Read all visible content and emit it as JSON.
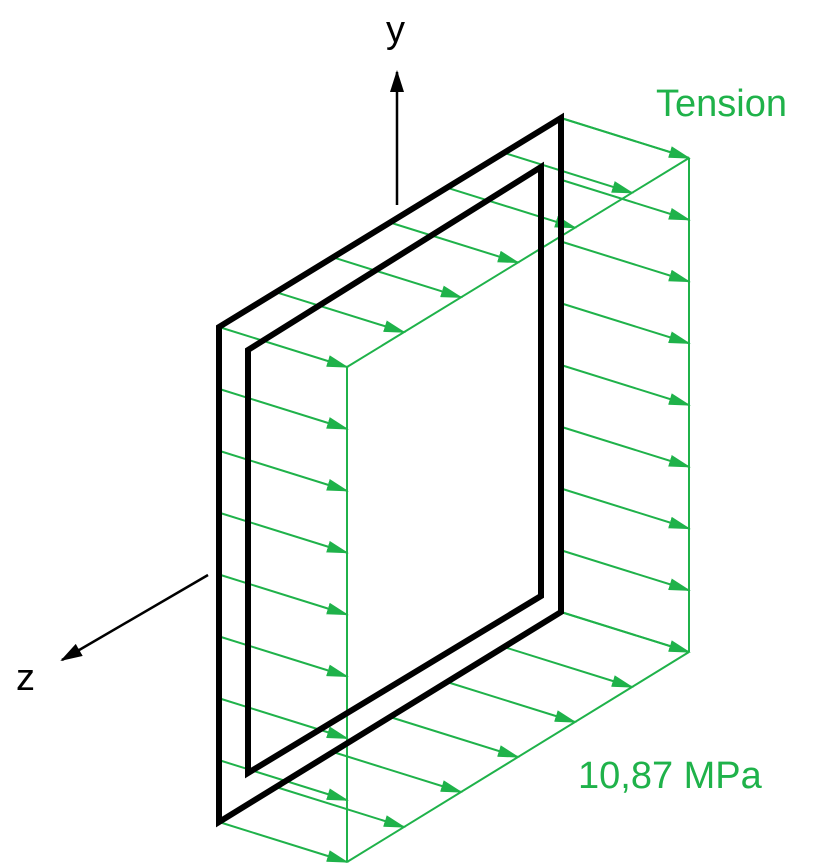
{
  "diagram": {
    "axes": {
      "y_label": "y",
      "z_label": "z"
    },
    "stress_type_label": "Tension",
    "stress_value_label": "10,87 MPa",
    "colors": {
      "stress": "#1fb24a",
      "section": "#000000",
      "background": "#ffffff"
    }
  }
}
